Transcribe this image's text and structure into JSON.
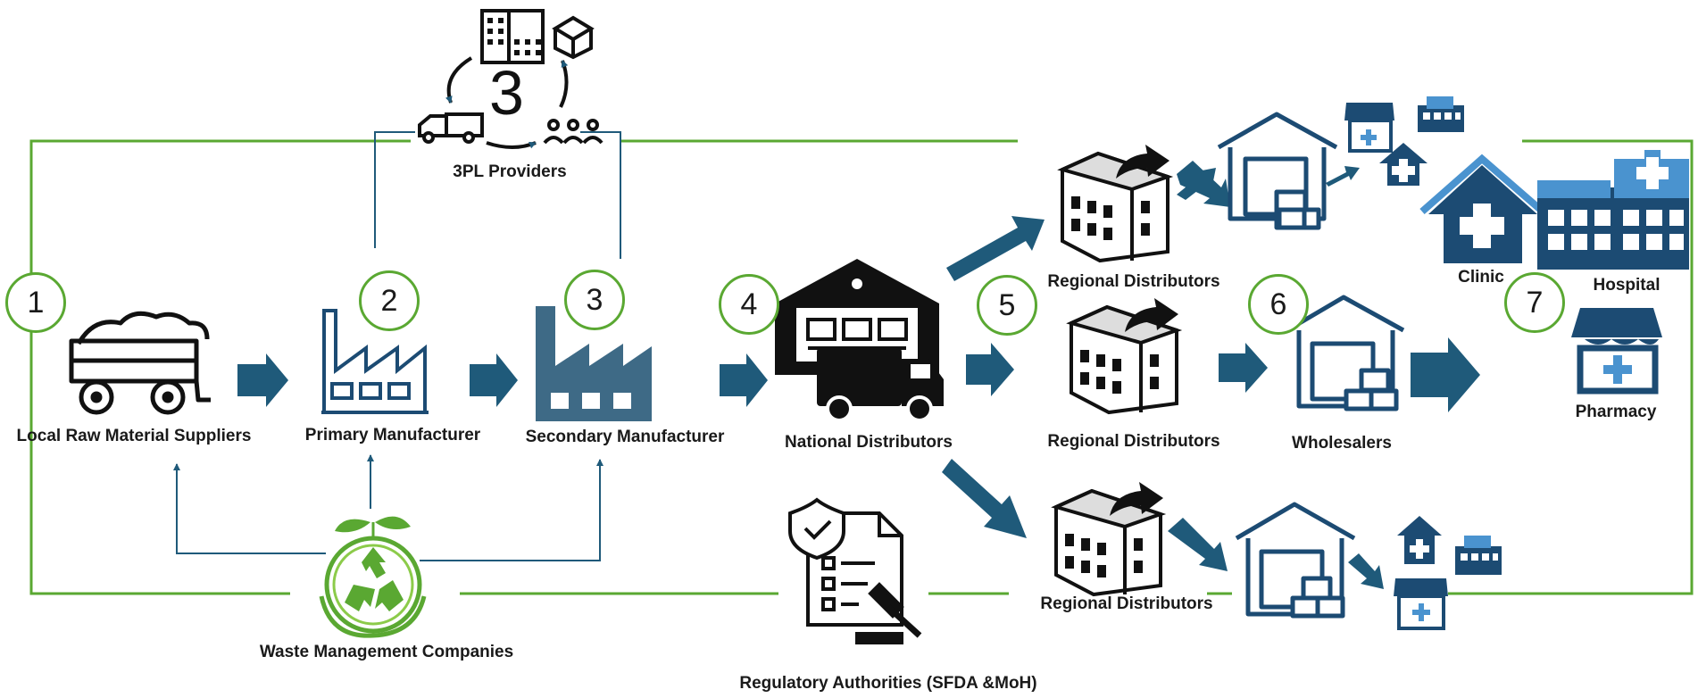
{
  "colors": {
    "green_line": "#5aa832",
    "arrow_blue": "#1f5a7a",
    "icon_navy": "#1c4b73",
    "icon_light": "#4a93cf",
    "factory_teal": "#3e6a86"
  },
  "stage_numbers": [
    "1",
    "2",
    "3",
    "4",
    "5",
    "6",
    "7"
  ],
  "labels": {
    "local_raw": "Local Raw Material Suppliers",
    "primary": "Primary Manufacturer",
    "secondary": "Secondary Manufacturer",
    "national": "National  Distributors",
    "regional_top": "Regional Distributors",
    "regional_mid": "Regional Distributors",
    "regional_bottom": "Regional Distributors",
    "wholesalers": "Wholesalers",
    "clinic": "Clinic",
    "hospital": "Hospital",
    "pharmacy": "Pharmacy",
    "tpl": "3PL Providers",
    "waste": "Waste Management Companies",
    "regulatory": "Regulatory Authorities (SFDA &MoH)"
  },
  "icons": {
    "raw_materials": "mine-cart-icon",
    "primary": "factory-outline-icon",
    "secondary": "factory-solid-icon",
    "national": "warehouse-truck-icon",
    "regional": "distribution-building-icon",
    "warehouse": "warehouse-icon",
    "clinic": "clinic-icon",
    "hospital": "hospital-icon",
    "pharmacy": "pharmacy-icon",
    "tpl": "logistics-cycle-icon",
    "waste": "recycle-icon",
    "regulatory": "regulation-document-gavel-icon"
  }
}
